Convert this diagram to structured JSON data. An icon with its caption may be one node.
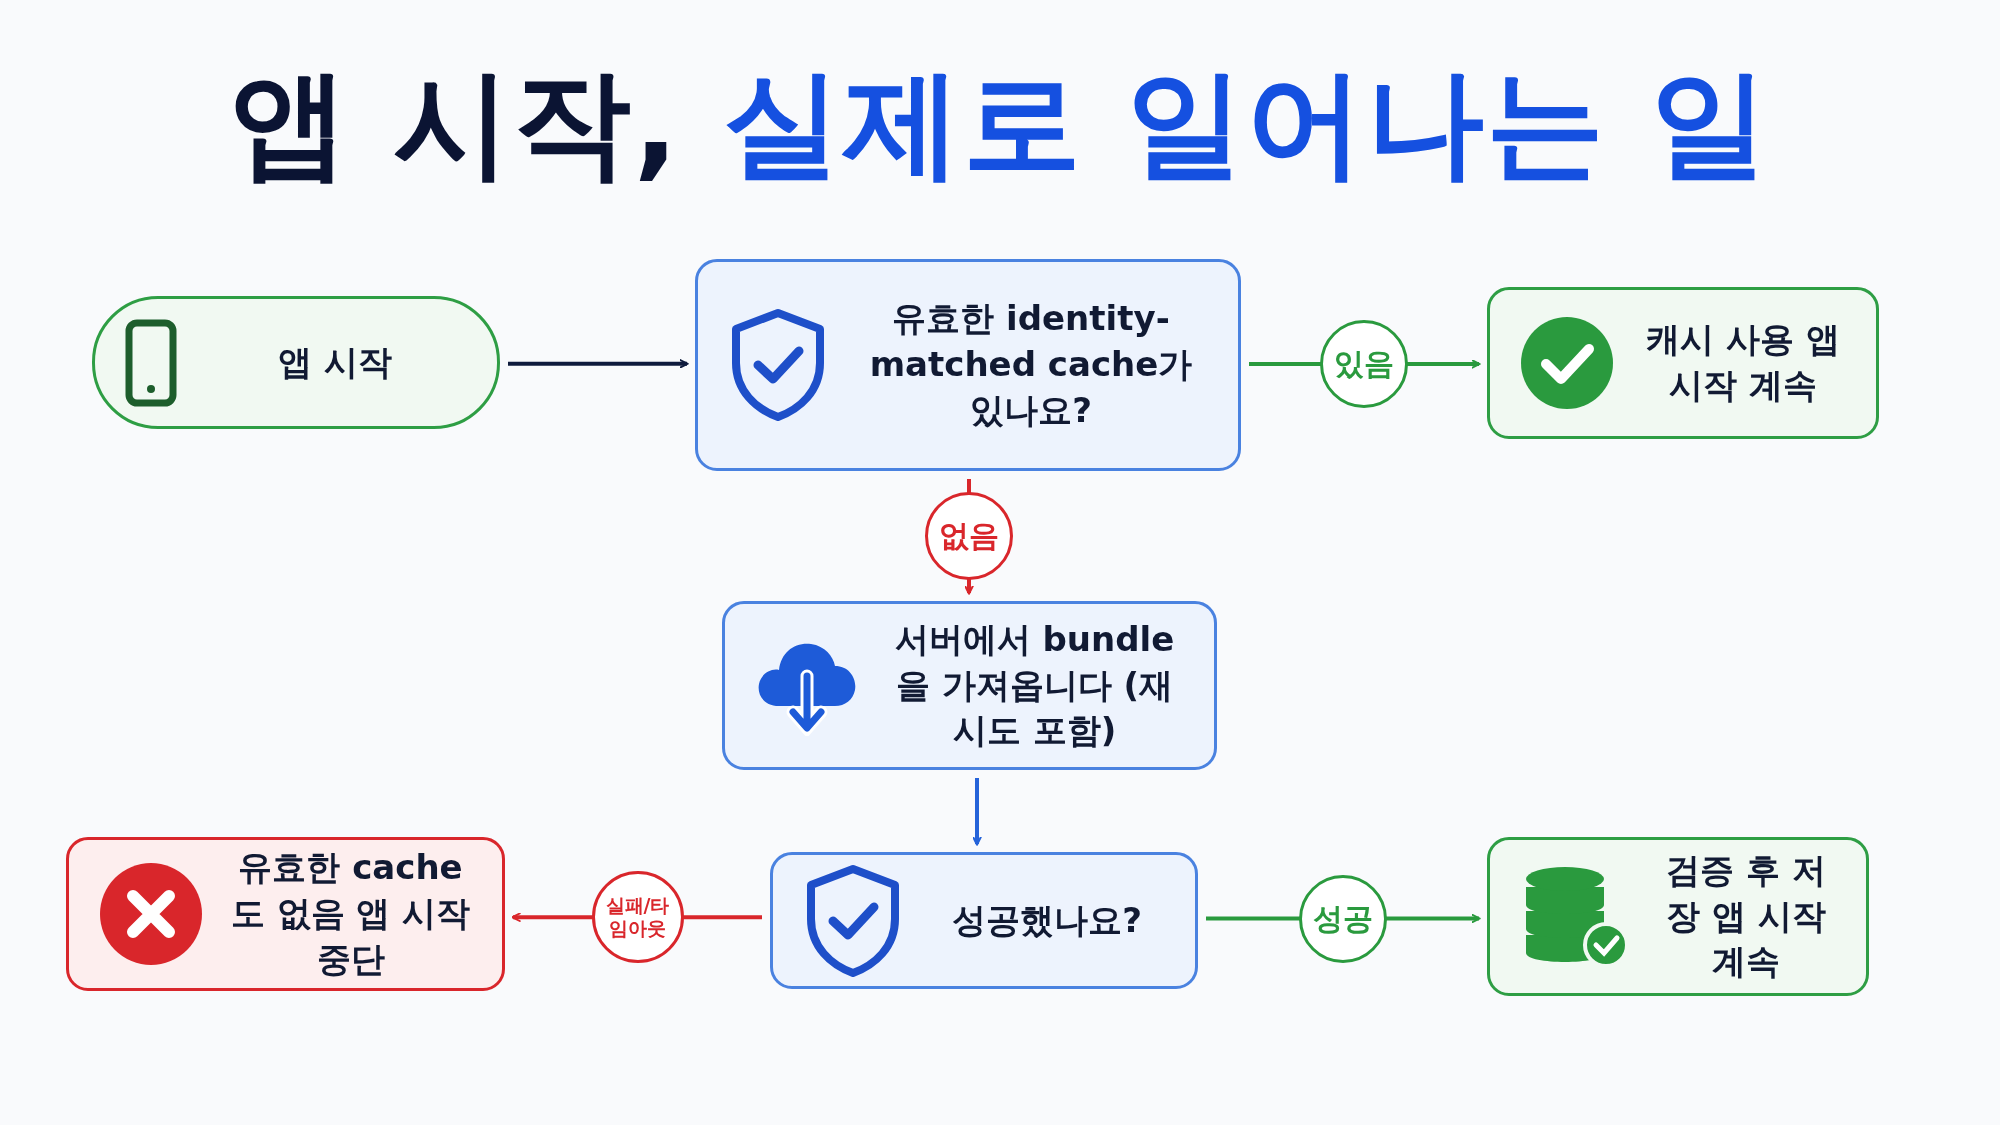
{
  "diagram": {
    "title": "앱 시작, **실제로 일어나는 일**",
    "nodes": [
      {
        "text": [
          "앱 시작"
        ]
      },
      {
        "text": [
          "유효한 identity-matched cache가 있나요?"
        ]
      },
      {
        "text": [
          "캐시 사용 앱 시작 계속"
        ]
      },
      {
        "text": [
          "서버에서 bundle을 가져옵니다 (재시도 포함)"
        ]
      },
      {
        "text": [
          "성공했나요?"
        ]
      },
      {
        "text": [
          "유효한 cache도 없음 앱 시작 중단"
        ]
      },
      {
        "text": [
          "검증 후 저장 앱 시작 계속"
        ]
      }
    ],
    "edges": [
      {
        "from": 0,
        "to": 1,
        "arrow": "to",
        "color": "#0f1b3d"
      },
      {
        "from": 1,
        "to": 2,
        "arrow": "to",
        "label": "있음",
        "color": "#2a9a3e"
      },
      {
        "from": 1,
        "to": 3,
        "arrow": "to",
        "label": "없음",
        "color": "#d9262b"
      },
      {
        "from": 3,
        "to": 4,
        "arrow": "to",
        "color": "#2563d9"
      },
      {
        "from": 4,
        "to": 6,
        "arrow": "to",
        "label": "성공",
        "color": "#2a9a3e"
      },
      {
        "from": 4,
        "to": 5,
        "arrow": "to",
        "label": "실패/타임아웃",
        "color": "#d9262b"
      }
    ]
  }
}
